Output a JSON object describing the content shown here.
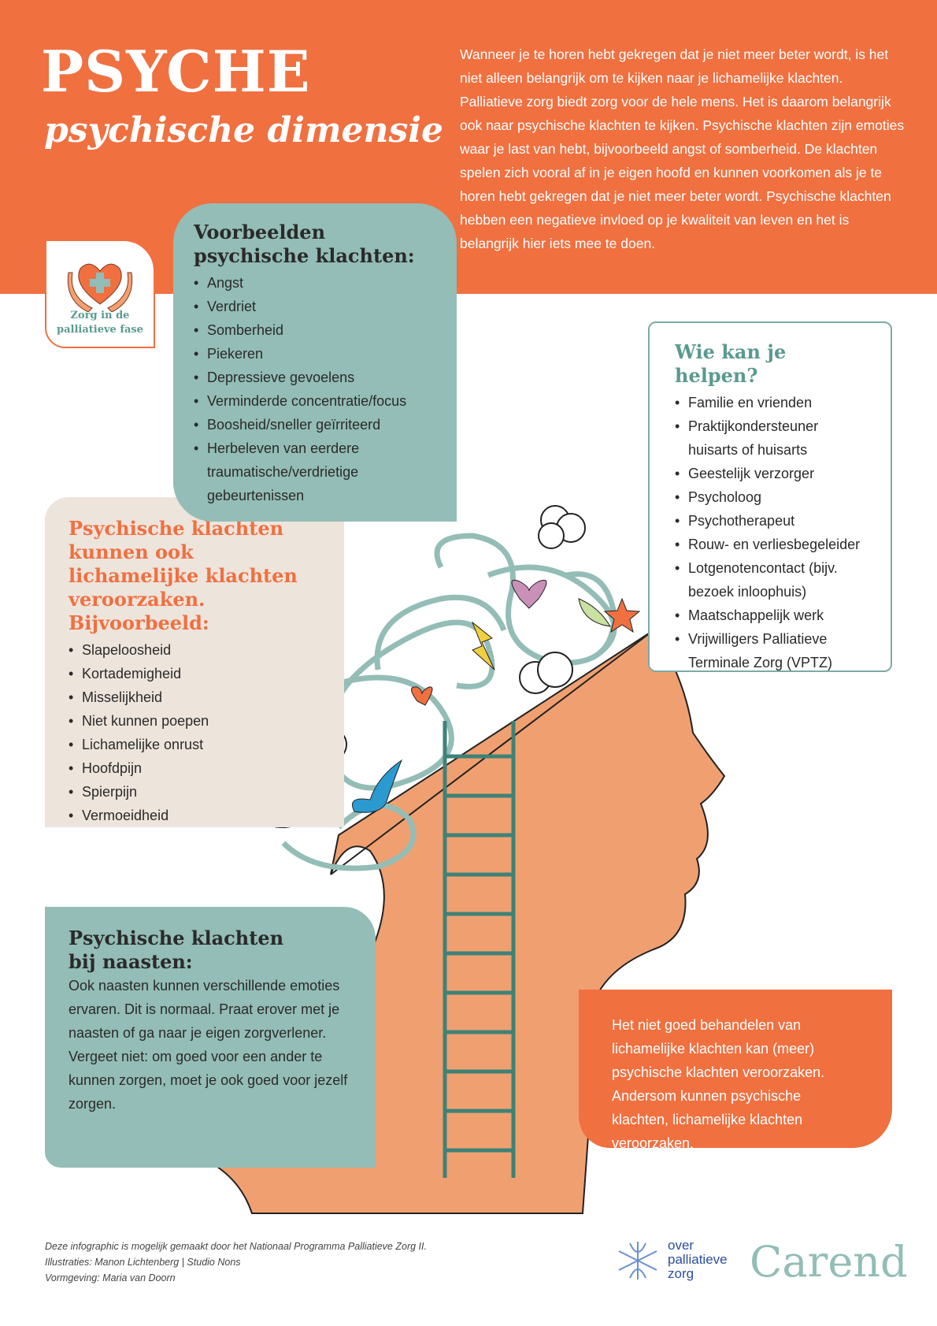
{
  "header": {
    "title": "PSYCHE",
    "subtitle": "psychische dimensie",
    "intro": "Wanneer je te horen hebt gekregen dat je niet meer beter wordt, is het niet alleen belangrijk om te kijken naar je lichamelijke klachten. Palliatieve zorg biedt zorg voor de hele mens. Het is daarom belangrijk ook naar psychische klachten te kijken. Psychische klachten zijn emoties waar je last van hebt, bijvoorbeeld angst of somberheid. De klachten spelen zich vooral af in je eigen hoofd en kunnen voorkomen als je te horen hebt gekregen dat je niet meer beter wordt. Psychische klachten hebben een negatieve invloed op je kwaliteit van leven en het is belangrijk hier iets mee te doen."
  },
  "logo": {
    "line1": "Zorg in de",
    "line2": "palliatieve fase"
  },
  "voorbeelden": {
    "title": "Voorbeelden psychische klachten:",
    "items": [
      "Angst",
      "Verdriet",
      "Somberheid",
      "Piekeren",
      "Depressieve gevoelens",
      "Verminderde concentratie/focus",
      "Boosheid/sneller geïrriteerd",
      "Herbeleven van eerdere traumatische/verdrietige gebeurtenissen"
    ]
  },
  "wie": {
    "title": "Wie kan je helpen?",
    "items": [
      "Familie en vrienden",
      "Praktijkondersteuner huisarts of huisarts",
      "Geestelijk verzorger",
      "Psycholoog",
      "Psychotherapeut",
      "Rouw- en verliesbegeleider",
      "Lotgenotencontact (bijv. bezoek inloophuis)",
      "Maatschappelijk werk",
      "Vrijwilligers Palliatieve Terminale Zorg (VPTZ)"
    ]
  },
  "lichamelijk": {
    "title": "Psychische klachten kunnen ook lichamelijke klachten veroorzaken. Bijvoorbeeld:",
    "items": [
      "Slapeloosheid",
      "Kortademigheid",
      "Misselijkheid",
      "Niet kunnen poepen",
      "Lichamelijke onrust",
      "Hoofdpijn",
      "Spierpijn",
      "Vermoeidheid"
    ]
  },
  "naasten": {
    "title": "Psychische klachten bij naasten:",
    "text": "Ook naasten kunnen verschillende emoties ervaren. Dit is normaal. Praat erover met je naasten of ga naar je eigen zorgverlener. Vergeet niet: om goed voor een ander te kunnen zorgen, moet je ook goed voor jezelf zorgen."
  },
  "callout": {
    "text": "Het niet goed behandelen van lichamelijke klachten kan (meer) psychische klachten veroorzaken. Andersom kunnen psychische klachten, lichamelijke klachten veroorzaken."
  },
  "footer": {
    "line1": "Deze infographic is mogelijk gemaakt door het Nationaal Programma Palliatieve Zorg II.",
    "line2": "Illustraties: Manon Lichtenberg | Studio Nons",
    "line3": "Vormgeving: Maria van Doorn"
  },
  "partners": {
    "opz_line1": "over",
    "opz_line2": "palliatieve",
    "opz_line3": "zorg",
    "carend": "Carend"
  }
}
